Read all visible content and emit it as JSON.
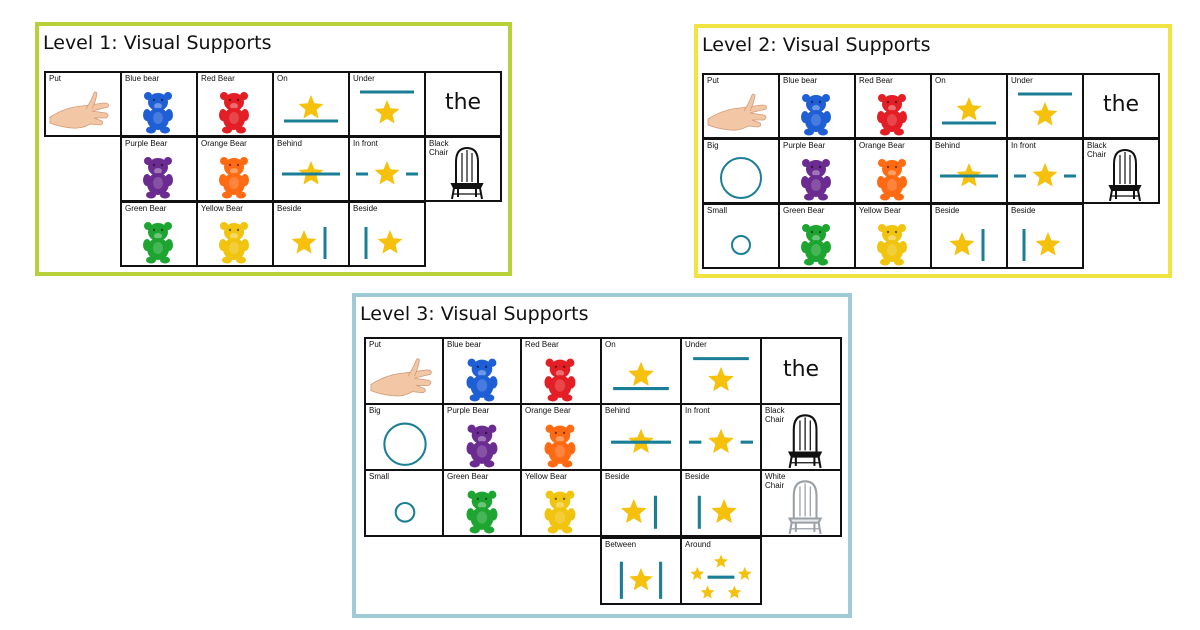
{
  "colors": {
    "level1_border": "#b8d13a",
    "level2_border": "#f1e442",
    "level3_border": "#9ecbd5",
    "star": "#f5c10d",
    "line": "#1a7f96",
    "bear_blue": "#1f5fd6",
    "bear_red": "#e31e24",
    "bear_purple": "#6b2c91",
    "bear_orange": "#ff6a13",
    "bear_green": "#1ea531",
    "bear_yellow": "#f1c40f"
  },
  "level1": {
    "title": "Level 1: Visual Supports",
    "cells": [
      {
        "label": "Put",
        "icon": "hand-icon"
      },
      {
        "label": "Blue bear",
        "icon": "bear-icon",
        "color": "bear_blue"
      },
      {
        "label": "Red Bear",
        "icon": "bear-icon",
        "color": "bear_red"
      },
      {
        "label": "On",
        "icon": "star-on-icon"
      },
      {
        "label": "Under",
        "icon": "star-under-icon"
      },
      {
        "label": "",
        "icon": "word",
        "word": "the"
      },
      {
        "label": "Purple Bear",
        "icon": "bear-icon",
        "color": "bear_purple"
      },
      {
        "label": "Orange Bear",
        "icon": "bear-icon",
        "color": "bear_orange"
      },
      {
        "label": "Behind",
        "icon": "star-behind-icon"
      },
      {
        "label": "In front",
        "icon": "star-infront-icon"
      },
      {
        "label": "Black\nChair",
        "icon": "black-chair-icon"
      },
      {
        "label": "Green Bear",
        "icon": "bear-icon",
        "color": "bear_green"
      },
      {
        "label": "Yellow Bear",
        "icon": "bear-icon",
        "color": "bear_yellow"
      },
      {
        "label": "Beside",
        "icon": "star-beside-right-icon"
      },
      {
        "label": "Beside",
        "icon": "star-beside-left-icon"
      }
    ]
  },
  "level2": {
    "title": "Level 2: Visual Supports",
    "cells": [
      {
        "label": "Put",
        "icon": "hand-icon"
      },
      {
        "label": "Blue bear",
        "icon": "bear-icon",
        "color": "bear_blue"
      },
      {
        "label": "Red Bear",
        "icon": "bear-icon",
        "color": "bear_red"
      },
      {
        "label": "On",
        "icon": "star-on-icon"
      },
      {
        "label": "Under",
        "icon": "star-under-icon"
      },
      {
        "label": "",
        "icon": "word",
        "word": "the"
      },
      {
        "label": "Big",
        "icon": "big-circle-icon"
      },
      {
        "label": "Purple Bear",
        "icon": "bear-icon",
        "color": "bear_purple"
      },
      {
        "label": "Orange Bear",
        "icon": "bear-icon",
        "color": "bear_orange"
      },
      {
        "label": "Behind",
        "icon": "star-behind-icon"
      },
      {
        "label": "In front",
        "icon": "star-infront-icon"
      },
      {
        "label": "Black\nChair",
        "icon": "black-chair-icon"
      },
      {
        "label": "Small",
        "icon": "small-circle-icon"
      },
      {
        "label": "Green Bear",
        "icon": "bear-icon",
        "color": "bear_green"
      },
      {
        "label": "Yellow Bear",
        "icon": "bear-icon",
        "color": "bear_yellow"
      },
      {
        "label": "Beside",
        "icon": "star-beside-right-icon"
      },
      {
        "label": "Beside",
        "icon": "star-beside-left-icon"
      }
    ]
  },
  "level3": {
    "title": "Level 3: Visual Supports",
    "cells": [
      {
        "label": "Put",
        "icon": "hand-icon"
      },
      {
        "label": "Blue bear",
        "icon": "bear-icon",
        "color": "bear_blue"
      },
      {
        "label": "Red Bear",
        "icon": "bear-icon",
        "color": "bear_red"
      },
      {
        "label": "On",
        "icon": "star-on-icon"
      },
      {
        "label": "Under",
        "icon": "star-under-icon"
      },
      {
        "label": "",
        "icon": "word",
        "word": "the"
      },
      {
        "label": "Big",
        "icon": "big-circle-icon"
      },
      {
        "label": "Purple Bear",
        "icon": "bear-icon",
        "color": "bear_purple"
      },
      {
        "label": "Orange Bear",
        "icon": "bear-icon",
        "color": "bear_orange"
      },
      {
        "label": "Behind",
        "icon": "star-behind-icon"
      },
      {
        "label": "In front",
        "icon": "star-infront-icon"
      },
      {
        "label": "Black\nChair",
        "icon": "black-chair-icon"
      },
      {
        "label": "Small",
        "icon": "small-circle-icon"
      },
      {
        "label": "Green Bear",
        "icon": "bear-icon",
        "color": "bear_green"
      },
      {
        "label": "Yellow Bear",
        "icon": "bear-icon",
        "color": "bear_yellow"
      },
      {
        "label": "Beside",
        "icon": "star-beside-right-icon"
      },
      {
        "label": "Beside",
        "icon": "star-beside-left-icon"
      },
      {
        "label": "White\nChair",
        "icon": "white-chair-icon"
      },
      {
        "label": "Between",
        "icon": "star-between-icon"
      },
      {
        "label": "Around",
        "icon": "star-around-icon"
      }
    ]
  }
}
